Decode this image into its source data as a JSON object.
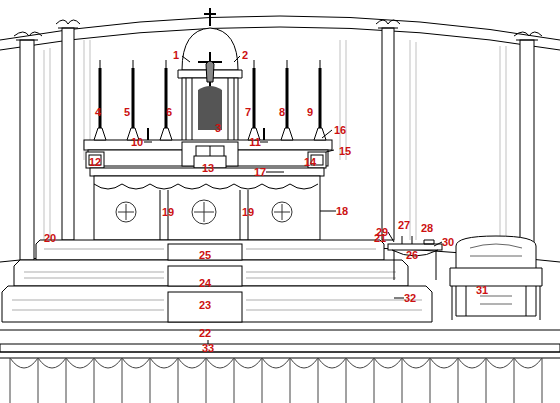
{
  "diagram": {
    "labels": [
      "1",
      "2",
      "3",
      "4",
      "5",
      "6",
      "7",
      "8",
      "9",
      "10",
      "11",
      "12",
      "13",
      "14",
      "15",
      "16",
      "17",
      "18",
      "19",
      "19",
      "20",
      "21",
      "22",
      "23",
      "24",
      "25",
      "26",
      "27",
      "28",
      "29",
      "30",
      "31",
      "32",
      "33"
    ]
  }
}
